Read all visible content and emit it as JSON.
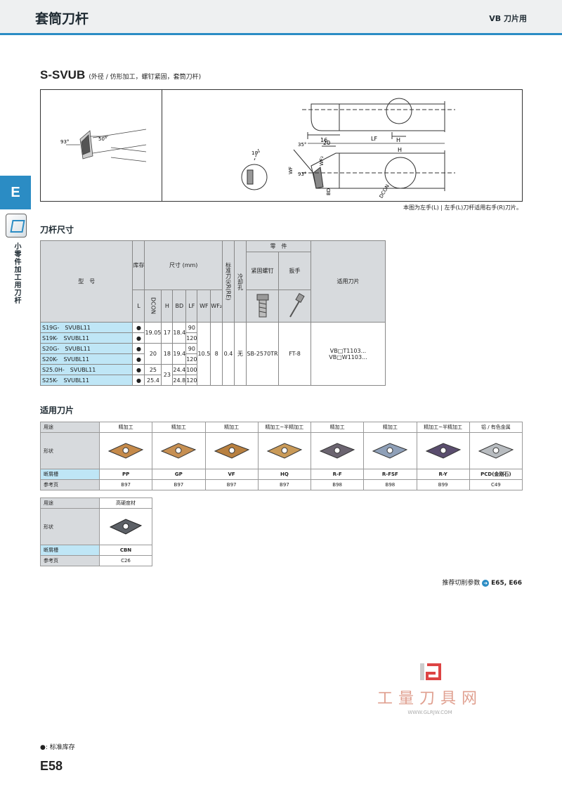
{
  "header": {
    "title": "套筒刀杆",
    "right": "VB 刀片用"
  },
  "side": {
    "tab": "E",
    "label": "小零件加工用刀杆"
  },
  "product": {
    "code": "S-SVUB",
    "desc": "(外径 / 仿形加工，螺钉紧固，套筒刀杆)"
  },
  "drawing": {
    "labels": [
      "93°",
      "50°",
      "10°",
      "16",
      "LF",
      "H",
      "20",
      "35°",
      "WF₂",
      "WF",
      "93°",
      "BD",
      "DCON",
      "H"
    ],
    "note": "本图为左手(L) | 左手(L)刀杆适用右手(R)刀片。"
  },
  "spec_title": "刀杆尺寸",
  "spec": {
    "h_model": "型　号",
    "h_stock": "库存",
    "h_dims": "尺寸 (mm)",
    "h_re": "标准刀尖R(RE)",
    "h_cool": "冷却孔",
    "h_parts": "零　件",
    "h_screw": "紧固螺钉",
    "h_wrench": "扳手",
    "h_insert": "适用刀片",
    "h_L": "L",
    "h_dcon": "DCON",
    "h_H": "H",
    "h_BD": "BD",
    "h_LF": "LF",
    "h_WF": "WF",
    "h_WF2": "WF₂",
    "rows": [
      {
        "model": "S19G-　SVUBL11",
        "stock": "●",
        "lf": "90"
      },
      {
        "model": "S19K-　SVUBL11",
        "stock": "●",
        "lf": "120"
      },
      {
        "model": "S20G-　SVUBL11",
        "stock": "●",
        "lf": "90"
      },
      {
        "model": "S20K-　SVUBL11",
        "stock": "●",
        "lf": "120"
      },
      {
        "model": "S25.0H-　SVUBL11",
        "stock": "●",
        "lf": "100"
      },
      {
        "model": "S25K-　SVUBL11",
        "stock": "●",
        "lf": "120"
      }
    ],
    "dcon": [
      "19.05",
      "20",
      "25",
      "25.4"
    ],
    "h": [
      "17",
      "18",
      "23"
    ],
    "bd": [
      "18.4",
      "19.4",
      "24.4",
      "24.8"
    ],
    "wf": "10.5",
    "wf2": "8",
    "re": "0.4",
    "cool": "无",
    "screw": "SB-2570TR",
    "wrench": "FT-8",
    "insert1": "VB□T1103...",
    "insert2": "VB□W1103..."
  },
  "ins_title": "适用刀片",
  "inserts": {
    "row_use": "用途",
    "row_shape": "形状",
    "row_breaker": "断屑槽",
    "row_page": "参考页",
    "uses": [
      "精加工",
      "精加工",
      "精加工",
      "精加工~半精加工",
      "精加工",
      "精加工",
      "精加工~半精加工",
      "铝 / 有色金属"
    ],
    "breakers": [
      "PP",
      "GP",
      "VF",
      "HQ",
      "R-F",
      "R-FSF",
      "R-Y",
      "PCD(金刚石)"
    ],
    "pages": [
      "B97",
      "B97",
      "B97",
      "B97",
      "B98",
      "B98",
      "B99",
      "C49"
    ],
    "colors": [
      "#c58a4a",
      "#c68f52",
      "#b88040",
      "#c99a58",
      "#6b6470",
      "#8fa0b8",
      "#5a4d6e",
      "#b8bcc0"
    ],
    "cbn_use": "高硬度材",
    "cbn_breaker": "CBN",
    "cbn_page": "C26",
    "cbn_color": "#5c6066"
  },
  "recommend": {
    "text": "推荐切削参数",
    "pages": "E65, E66",
    "arrow": "➜"
  },
  "watermark": {
    "cn": "工量刀具网",
    "url": "WWW.GLRJW.COM"
  },
  "footnote": "●: 标准库存",
  "page_number": "E58"
}
